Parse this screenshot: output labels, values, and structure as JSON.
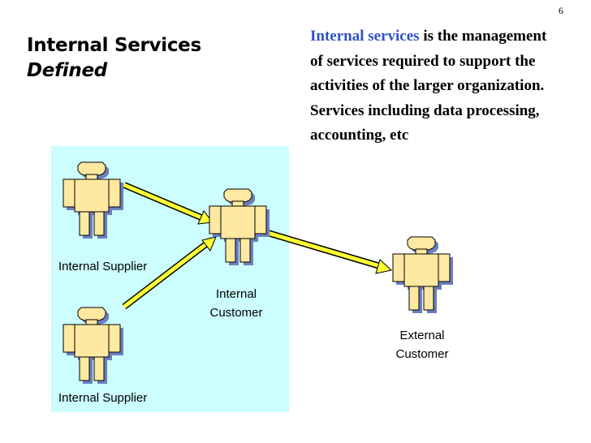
{
  "slide_number": "6",
  "title": {
    "line1": "Internal Services",
    "line2": "Defined"
  },
  "description": {
    "highlight": "Internal services",
    "text": " is the management of services required to support the activities of the larger organization.  Services including data processing, accounting, etc"
  },
  "diagram": {
    "labels": {
      "supplier_top": "Internal Supplier",
      "supplier_bottom": "Internal Supplier",
      "internal_customer_line1": "Internal",
      "internal_customer_line2": "Customer",
      "external_customer_line1": "External",
      "external_customer_line2": "Customer"
    },
    "colors": {
      "panel": "#ccfdff",
      "figure": "#ffe9a0",
      "figure_shadow": "#6b7fbf",
      "arrow": "#ffff33"
    }
  }
}
